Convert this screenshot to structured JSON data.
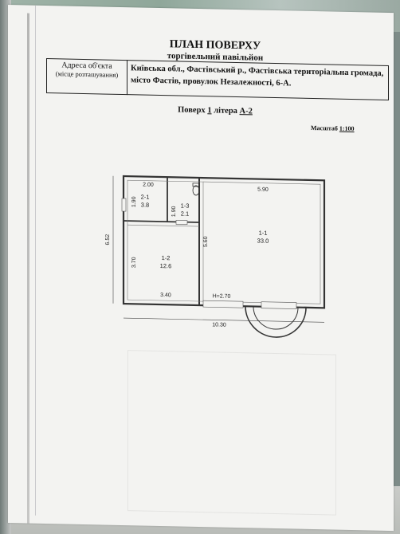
{
  "document": {
    "title": "ПЛАН ПОВЕРХУ",
    "subtitle": "торгівельний павільйон",
    "address_label": "Адреса об'єкта",
    "address_label_note": "(місце розташування)",
    "address_value": "Київська обл., Фастівський р., Фастівська територіальна громада, місто Фастів, провулок Незалежності, 6-А.",
    "floor_prefix": "Поверх ",
    "floor_number": "1",
    "floor_middle": " літера ",
    "floor_letter": "А-2",
    "scale_prefix": "Масштаб ",
    "scale_value": "1:100"
  },
  "plan": {
    "rooms": [
      {
        "id": "2-1",
        "area": "3.8"
      },
      {
        "id": "1-3",
        "area": "2.1"
      },
      {
        "id": "1-2",
        "area": "12.6"
      },
      {
        "id": "1-1",
        "area": "33.0"
      }
    ],
    "dimensions": {
      "room_2_1_width": "2.00",
      "room_2_1_height": "1.90",
      "room_1_3_height": "1.90",
      "room_1_1_width": "5.90",
      "room_1_1_height": "5.60",
      "room_1_2_height": "3.70",
      "room_1_2_width": "3.40",
      "overall_height": "6.52",
      "overall_width": "10.30",
      "ceiling_height": "H=2.70"
    }
  }
}
